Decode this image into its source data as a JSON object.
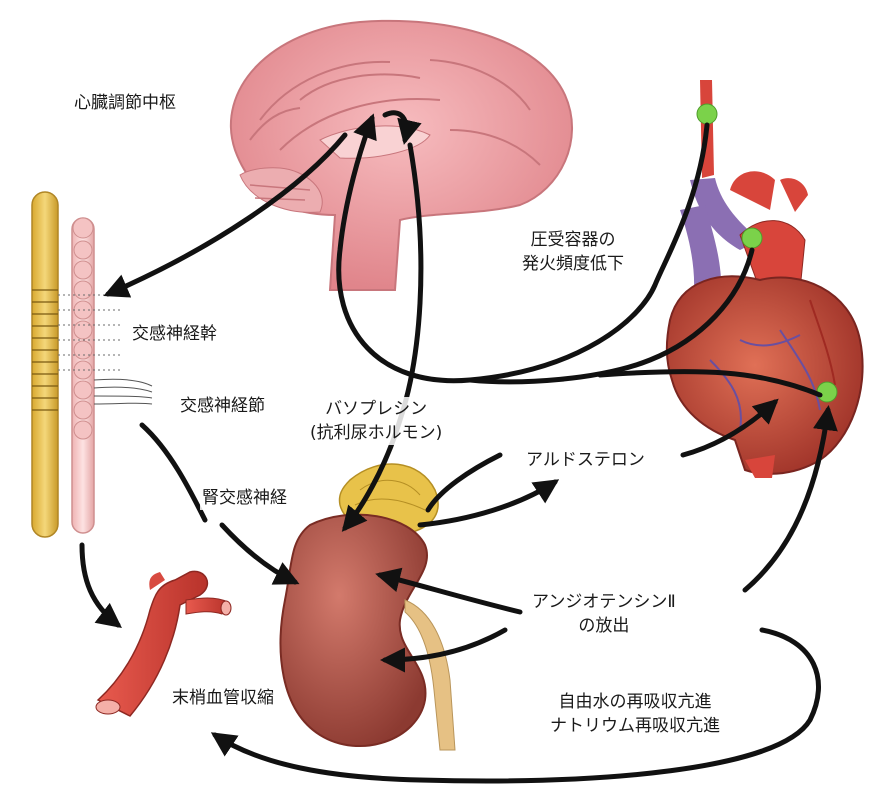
{
  "labels": {
    "cardiac_center": "心臓調節中枢",
    "sympathetic_trunk": "交感神経幹",
    "sympathetic_ganglion": "交感神経節",
    "renal_sympathetic": "腎交感神経",
    "peripheral_vasoconstriction": "末梢血管収縮",
    "baroreceptor_line1": "圧受容器の",
    "baroreceptor_line2": "発火頻度低下",
    "vasopressin_line1": "バソプレシン",
    "vasopressin_line2": "(抗利尿ホルモン)",
    "aldosterone": "アルドステロン",
    "angiotensin_line1": "アンジオテンシンⅡ",
    "angiotensin_line2": "の放出",
    "reabsorption_line1": "自由水の再吸収亢進",
    "reabsorption_line2": "ナトリウム再吸収亢進"
  },
  "colors": {
    "brain": "#f2a4a8",
    "spinal_cord_yellow": "#e8c24a",
    "spinal_cord_pink": "#f6c9c9",
    "kidney": "#b5564a",
    "adrenal": "#e9c24a",
    "vessel": "#d8453b",
    "heart": "#c9493a",
    "vein_purple": "#8b6fb3",
    "baroreceptor": "#7bd24a",
    "arrow": "#111111"
  }
}
